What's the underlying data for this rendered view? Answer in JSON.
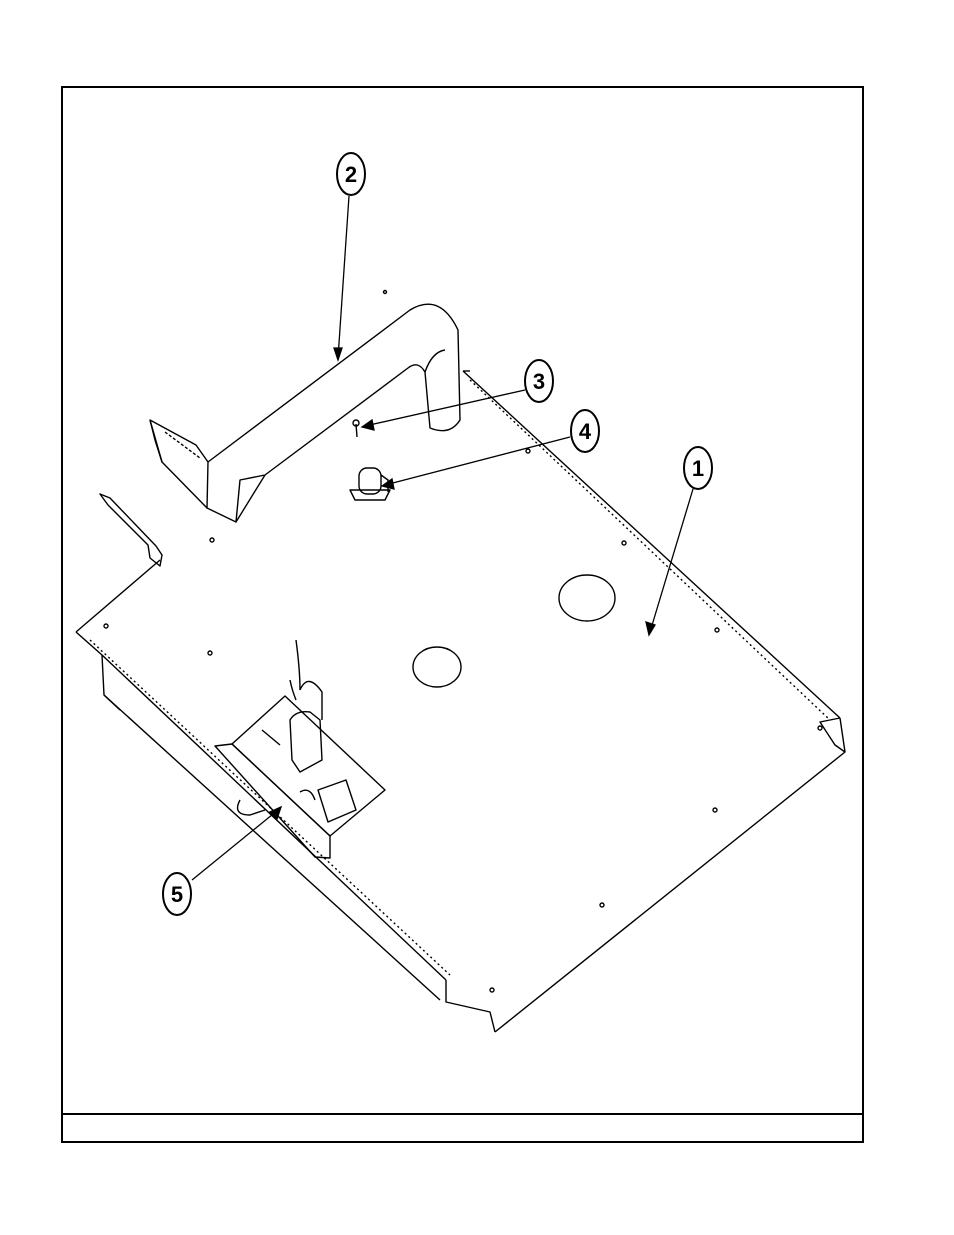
{
  "figure": {
    "callouts": [
      {
        "id": "callout-1",
        "label": "1"
      },
      {
        "id": "callout-2",
        "label": "2"
      },
      {
        "id": "callout-3",
        "label": "3"
      },
      {
        "id": "callout-4",
        "label": "4"
      },
      {
        "id": "callout-5",
        "label": "5"
      }
    ],
    "caption": ""
  },
  "colors": {
    "ink": "#000000",
    "paper": "#ffffff"
  }
}
